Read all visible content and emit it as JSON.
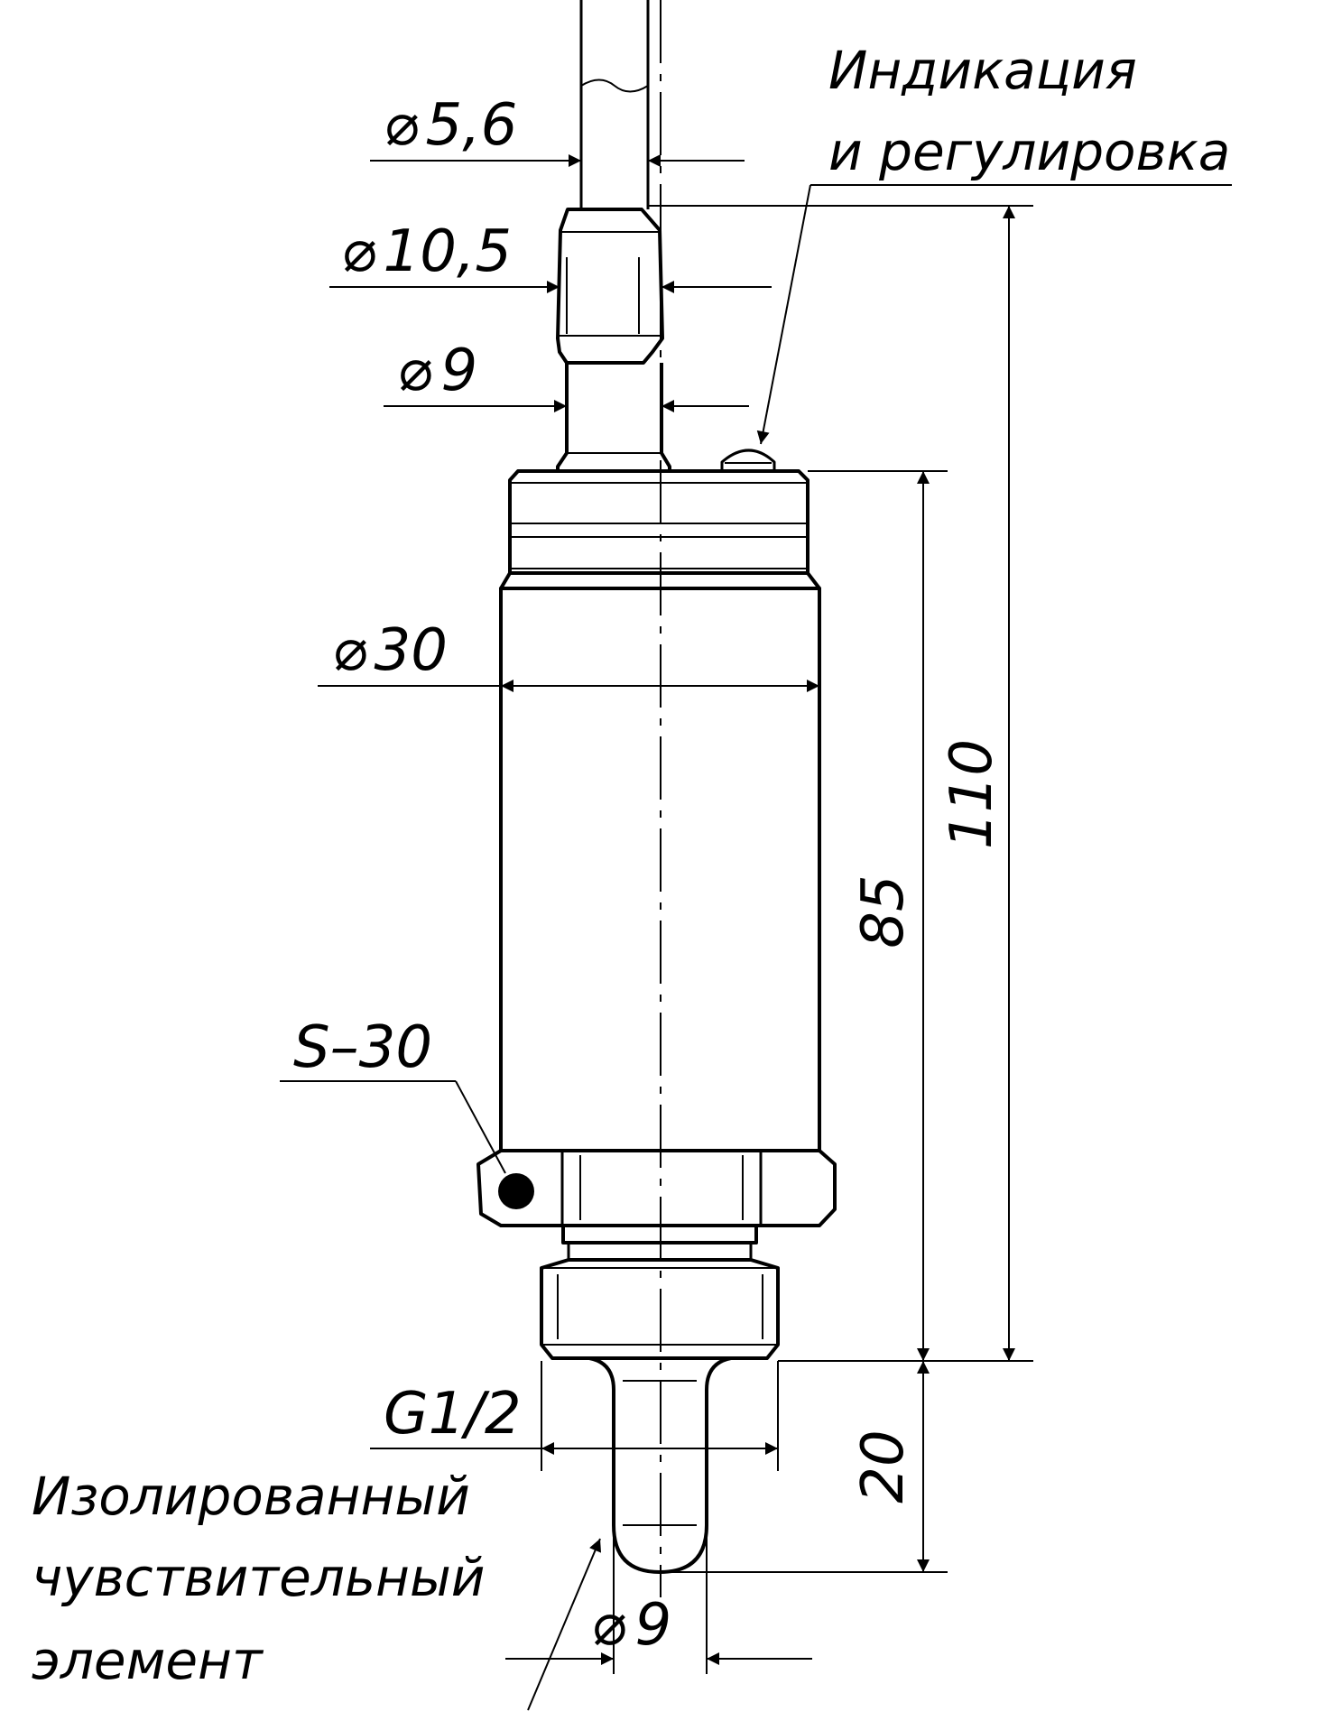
{
  "dimensions": {
    "cable_dia": "5,6",
    "gland_dia": "10,5",
    "neck_dia": "9",
    "body_dia": "30",
    "body_length": "85",
    "total_length": "110",
    "probe_length": "20",
    "probe_dia": "9",
    "thread": "G1/2",
    "wrench": "S–30"
  },
  "symbols": {
    "diameter": "⌀"
  },
  "callouts": {
    "indication_line1": "Индикация",
    "indication_line2": "и регулировка",
    "element_line1": "Изолированный",
    "element_line2": "чувствительный",
    "element_line3": "элемент"
  },
  "colors": {
    "ink": "#000000",
    "paper": "#ffffff"
  }
}
